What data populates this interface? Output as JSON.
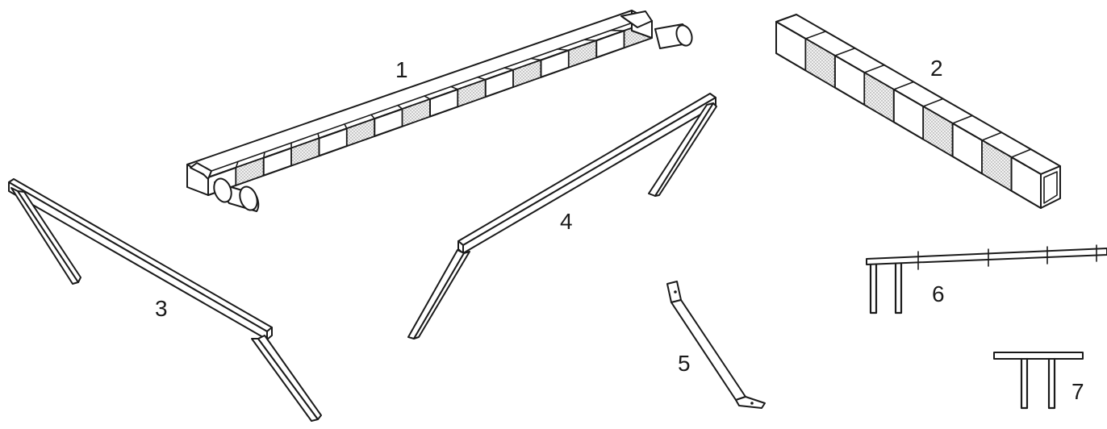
{
  "labels": {
    "part1": "1",
    "part2": "2",
    "part3": "3",
    "part4": "4",
    "part5": "5",
    "part6": "6",
    "part7": "7"
  },
  "colors": {
    "ink": "#1a1a1a",
    "background": "#ffffff",
    "stipple": "#9a9a9a"
  }
}
